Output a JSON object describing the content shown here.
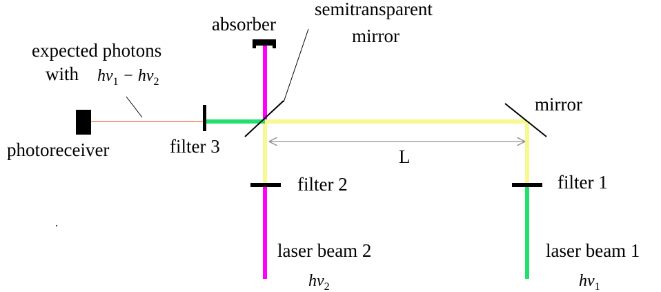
{
  "labels": {
    "absorber": "absorber",
    "semitransparent_line1": "semitransparent",
    "semitransparent_line2": "mirror",
    "expected_line1": "expected photons",
    "expected_with": "with",
    "mirror": "mirror",
    "photoreceiver": "photoreceiver",
    "filter3": "filter 3",
    "length": "L",
    "filter2": "filter 2",
    "filter1": "filter 1",
    "laser_beam_2": "laser beam 2",
    "laser_beam_1": "laser beam 1"
  },
  "math": {
    "h": "h",
    "nu": "ν",
    "sub1": "1",
    "sub2": "2",
    "minus": " − "
  },
  "colors": {
    "beam_1": "#22e06e",
    "beam_2": "#ff00ff",
    "combined_beam": "#f8f890",
    "difference_beam": "#f08060",
    "components": "#000000",
    "dimension_line": "#909090"
  }
}
